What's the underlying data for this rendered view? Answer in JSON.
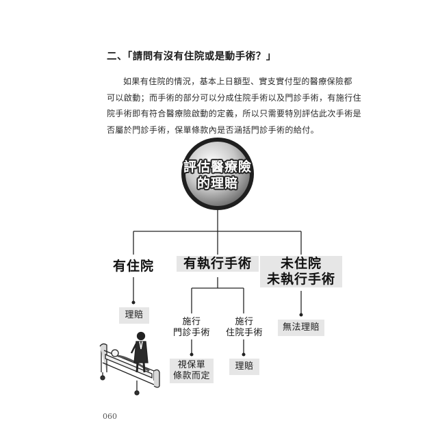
{
  "heading": "二、「請問有沒有住院或是動手術？」",
  "paragraph": [
    "如果有住院的情況，基本上日額型、實支實付型的醫療保險都",
    "可以啟動；而手術的部分可以分成住院手術以及門診手術，有施行住",
    "院手術即有符合醫療險啟動的定義，所以只需要特別評估此次手術是",
    "否屬於門診手術，保單條款內是否涵括門診手術的給付。"
  ],
  "diagram": {
    "root": [
      "評估醫療險",
      "的理賠"
    ],
    "branches": {
      "hospitalized": {
        "label": "有住院",
        "result": "理賠"
      },
      "surgery": {
        "label": "有執行手術",
        "outpatient": {
          "label": [
            "施行",
            "門診手術"
          ],
          "result": [
            "視保單",
            "條款而定"
          ]
        },
        "inpatient": {
          "label": [
            "施行",
            "住院手術"
          ],
          "result": "理賠"
        }
      },
      "none": {
        "label": [
          "未住院",
          "未執行手術"
        ],
        "result": "無法理賠"
      }
    }
  },
  "page_number": "060"
}
